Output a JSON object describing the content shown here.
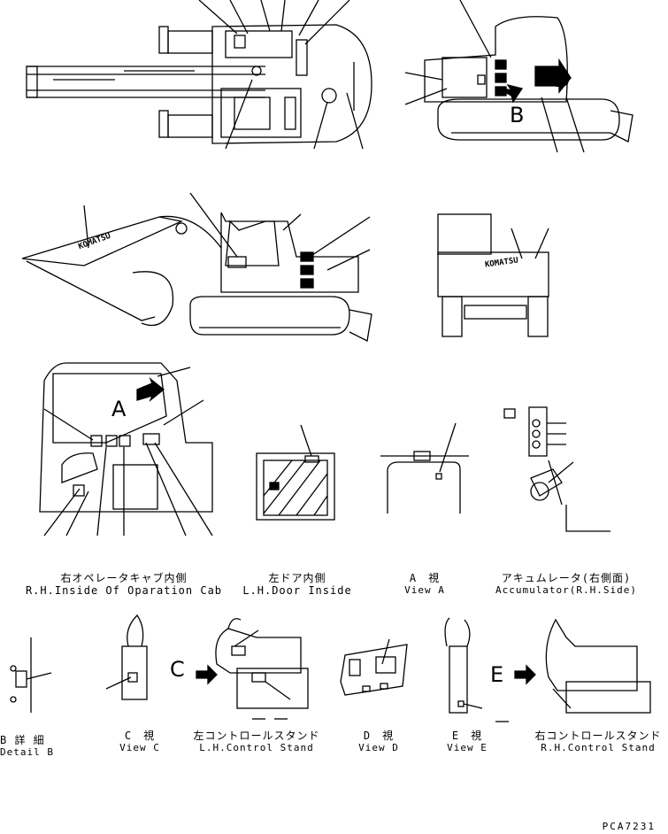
{
  "view_letters": {
    "a_cab": "A",
    "b_side": "B",
    "d_side": "D",
    "c_stand": "C",
    "e_stand": "E"
  },
  "brand_mark": "KOMATSU",
  "captions": {
    "rh_cab": {
      "jp": "右オペレータキャブ内側",
      "en": "R.H.Inside Of Oparation Cab"
    },
    "lh_door": {
      "jp": "左ドア内側",
      "en": "L.H.Door Inside"
    },
    "view_a": {
      "jp": "A　視",
      "en": "View A"
    },
    "accumulator": {
      "jp": "アキュムレータ(右側面)",
      "en": "Accumulator(R.H.Side)"
    },
    "detail_b": {
      "jp": "B 詳 細",
      "en": "Detail B"
    },
    "view_c": {
      "jp": "C　視",
      "en": "View C"
    },
    "lh_stand": {
      "jp": "左コントロールスタンド",
      "en": "L.H.Control Stand"
    },
    "view_d": {
      "jp": "D　視",
      "en": "View D"
    },
    "view_e": {
      "jp": "E　視",
      "en": "View E"
    },
    "rh_stand": {
      "jp": "右コントロールスタンド",
      "en": "R.H.Control Stand"
    }
  },
  "drawing_code": "PCA7231"
}
